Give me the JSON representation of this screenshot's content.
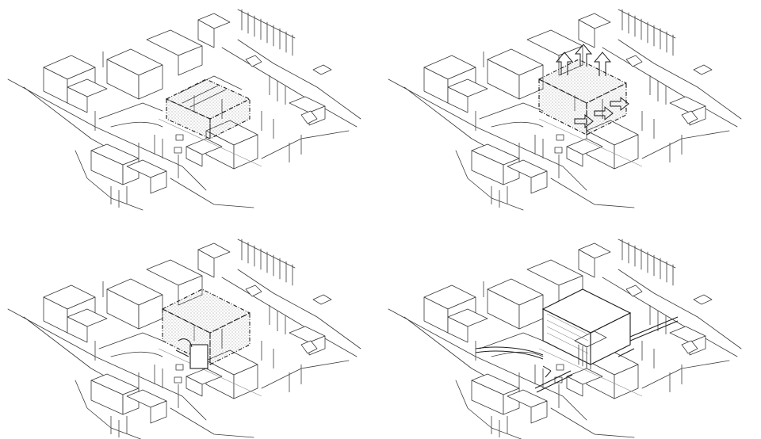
{
  "panels": [
    {
      "id": "panel-1",
      "stage": "existing-volume-highlighted"
    },
    {
      "id": "panel-2",
      "stage": "volume-extruded-with-arrows"
    },
    {
      "id": "panel-3",
      "stage": "volume-with-frame-entrance"
    },
    {
      "id": "panel-4",
      "stage": "final-building-with-circulation"
    }
  ],
  "colors": {
    "line": "#3a3a3a",
    "accent": "#1e1e1e",
    "background": "#ffffff"
  }
}
